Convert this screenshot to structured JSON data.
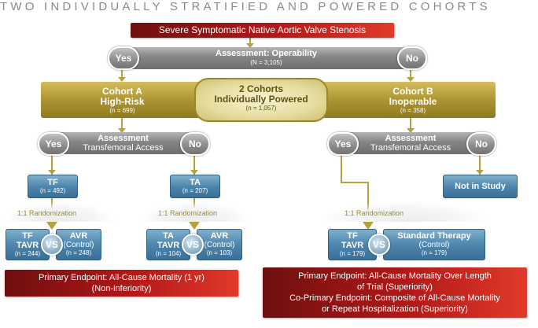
{
  "header": {
    "title": "TWO INDIVIDUALLY STRATIFIED AND POWERED COHORTS"
  },
  "top": {
    "label": "Severe Symptomatic Native Aortic Valve Stenosis"
  },
  "operability": {
    "yes": "Yes",
    "no": "No",
    "label": "Assessment: Operability",
    "n": "(N = 3,105)"
  },
  "cohort_a": {
    "line1": "Cohort A",
    "line2": "High-Risk",
    "n": "(n = 699)"
  },
  "center": {
    "line1": "2 Cohorts",
    "line2": "Individually Powered",
    "n": "(n = 1,057)"
  },
  "cohort_b": {
    "line1": "Cohort B",
    "line2": "Inoperable",
    "n": "(n = 358)"
  },
  "tf_access_a": {
    "yes": "Yes",
    "no": "No",
    "line1": "Assessment",
    "line2": "Transfemoral Access"
  },
  "tf_access_b": {
    "yes": "Yes",
    "no": "No",
    "line1": "Assessment",
    "line2": "Transfemoral Access"
  },
  "tf": {
    "label": "TF",
    "n": "(n = 492)"
  },
  "ta": {
    "label": "TA",
    "n": "(n = 207)"
  },
  "not_in_study": {
    "label": "Not in Study"
  },
  "randomization": {
    "label": "1:1 Randomization"
  },
  "vs_label": "VS",
  "tf_tavr": {
    "line1": "TF",
    "line2": "TAVR",
    "n": "(n = 244)"
  },
  "tf_avr": {
    "line1": "AVR",
    "line2": "(Control)",
    "n": "(n = 248)"
  },
  "ta_tavr": {
    "line1": "TA",
    "line2": "TAVR",
    "n": "(n = 104)"
  },
  "ta_avr": {
    "line1": "AVR",
    "line2": "(Control)",
    "n": "(n = 103)"
  },
  "b_tavr": {
    "line1": "TF",
    "line2": "TAVR",
    "n": "(n = 179)"
  },
  "b_std": {
    "line1": "Standard Therapy",
    "line2": "(Control)",
    "n": "(n = 179)"
  },
  "endpoint_a": {
    "line1": "Primary Endpoint: All-Cause Mortality (1 yr)",
    "line2": "(Non-inferiority)"
  },
  "endpoint_b": {
    "line1": "Primary Endpoint: All-Cause Mortality Over Length",
    "line2": "of Trial (Superiority)",
    "line3": "Co-Primary Endpoint: Composite of All-Cause Mortality",
    "line4": "or Repeat Hospitalization (Superiority)"
  },
  "colors": {
    "red": "#b31818",
    "grey": "#858585",
    "olive": "#ac9531",
    "blue": "#4e86ad",
    "connector": "#b5a13e"
  }
}
